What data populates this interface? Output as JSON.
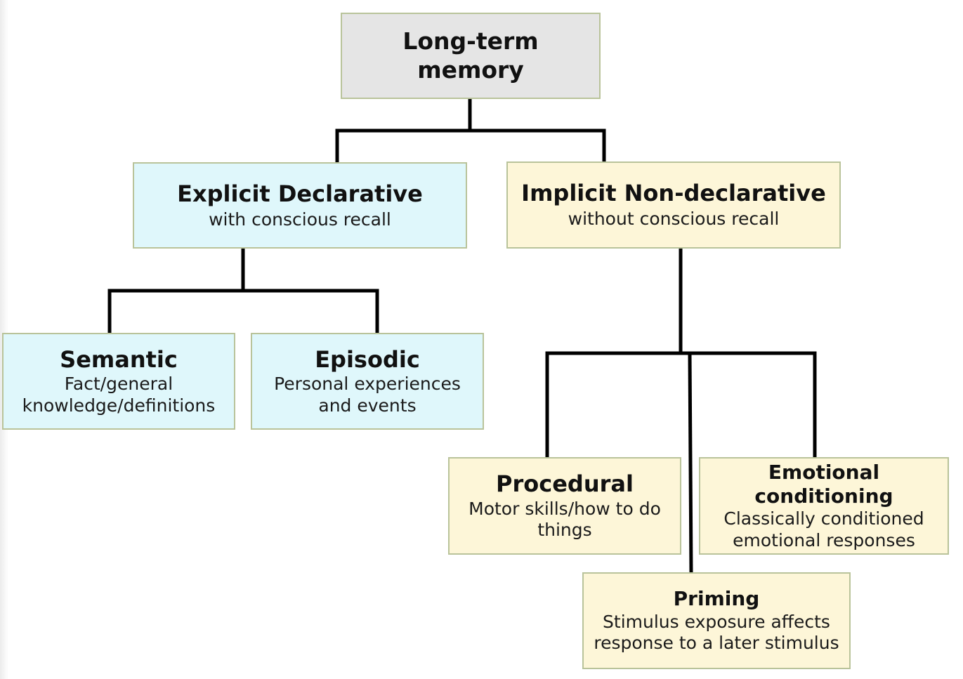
{
  "diagram": {
    "root": {
      "title": "Long-term memory"
    },
    "explicit": {
      "title": "Explicit Declarative",
      "desc": "with conscious recall"
    },
    "implicit": {
      "title": "Implicit Non-declarative",
      "desc": "without conscious recall"
    },
    "semantic": {
      "title": "Semantic",
      "desc": "Fact/general knowledge/definitions"
    },
    "episodic": {
      "title": "Episodic",
      "desc": "Personal experiences and events"
    },
    "procedural": {
      "title": "Procedural",
      "desc": "Motor skills/how to do things"
    },
    "emotional": {
      "title": "Emotional conditioning",
      "desc": "Classically conditioned emotional responses"
    },
    "priming": {
      "title": "Priming",
      "desc": "Stimulus exposure affects response to a later stimulus"
    },
    "colors": {
      "root_fill": "#e5e5e5",
      "explicit_fill": "#dff7fb",
      "implicit_fill": "#fdf6d8",
      "border": "#b9c39a",
      "connector": "#000000"
    }
  }
}
